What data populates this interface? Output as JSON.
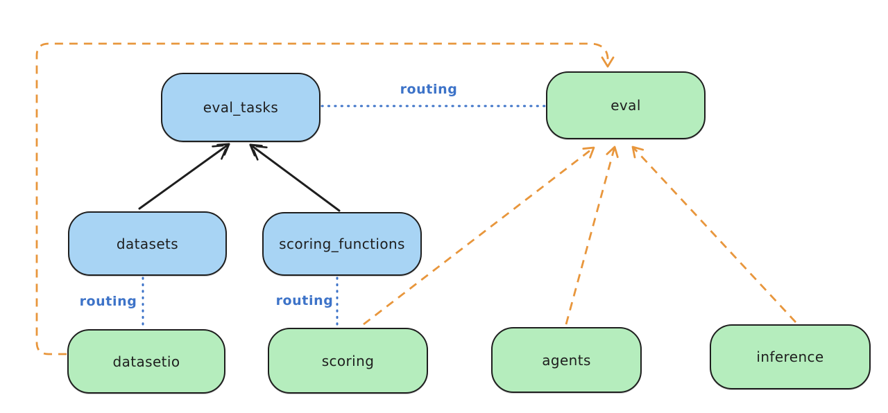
{
  "diagram": {
    "title": "",
    "canvas_background": "#ffffff",
    "colors": {
      "node_border": "#1e1e1e",
      "node_fill_blue": "#a8d4f4",
      "node_fill_green": "#b5edbd",
      "solid_arrow": "#1e1e1e",
      "routing_line": "#3d73c8",
      "provider_dashed_line": "#e8963c"
    },
    "nodes": {
      "eval_tasks": {
        "label": "eval_tasks",
        "fill": "#a8d4f4",
        "kind": "resource"
      },
      "eval": {
        "label": "eval",
        "fill": "#b5edbd",
        "kind": "api"
      },
      "datasets": {
        "label": "datasets",
        "fill": "#a8d4f4",
        "kind": "resource"
      },
      "scoring_functions": {
        "label": "scoring_functions",
        "fill": "#a8d4f4",
        "kind": "resource"
      },
      "datasetio": {
        "label": "datasetio",
        "fill": "#b5edbd",
        "kind": "api"
      },
      "scoring": {
        "label": "scoring",
        "fill": "#b5edbd",
        "kind": "api"
      },
      "agents": {
        "label": "agents",
        "fill": "#b5edbd",
        "kind": "api"
      },
      "inference": {
        "label": "inference",
        "fill": "#b5edbd",
        "kind": "api"
      }
    },
    "edge_labels": {
      "routing_top": "routing",
      "routing_datasets": "routing",
      "routing_scoring": "routing"
    },
    "edges": [
      {
        "from": "datasets",
        "to": "eval_tasks",
        "style": "solid",
        "color": "#1e1e1e",
        "arrow": true,
        "label": ""
      },
      {
        "from": "scoring_functions",
        "to": "eval_tasks",
        "style": "solid",
        "color": "#1e1e1e",
        "arrow": true,
        "label": ""
      },
      {
        "from": "eval_tasks",
        "to": "eval",
        "style": "dotted",
        "color": "#3d73c8",
        "arrow": false,
        "label": "routing"
      },
      {
        "from": "datasets",
        "to": "datasetio",
        "style": "dotted",
        "color": "#3d73c8",
        "arrow": false,
        "label": "routing"
      },
      {
        "from": "scoring_functions",
        "to": "scoring",
        "style": "dotted",
        "color": "#3d73c8",
        "arrow": false,
        "label": "routing"
      },
      {
        "from": "datasetio",
        "to": "eval",
        "style": "dashed",
        "color": "#e8963c",
        "arrow": true,
        "label": ""
      },
      {
        "from": "scoring",
        "to": "eval",
        "style": "dashed",
        "color": "#e8963c",
        "arrow": true,
        "label": ""
      },
      {
        "from": "agents",
        "to": "eval",
        "style": "dashed",
        "color": "#e8963c",
        "arrow": true,
        "label": ""
      },
      {
        "from": "inference",
        "to": "eval",
        "style": "dashed",
        "color": "#e8963c",
        "arrow": true,
        "label": ""
      }
    ]
  }
}
